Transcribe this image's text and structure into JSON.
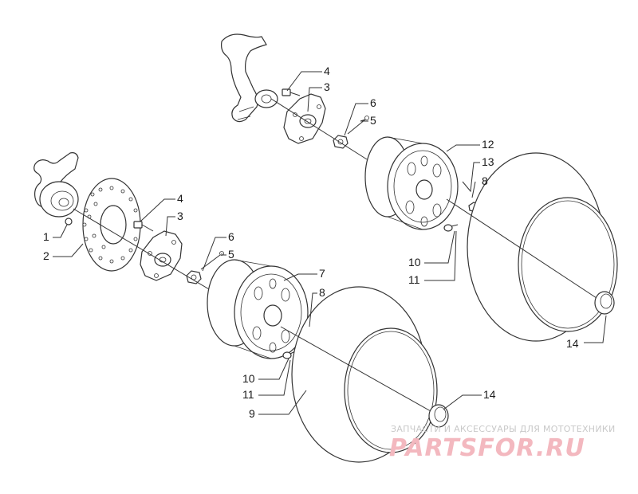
{
  "callouts": [
    {
      "id": "1",
      "text": "1"
    },
    {
      "id": "2",
      "text": "2"
    },
    {
      "id": "3a",
      "text": "3"
    },
    {
      "id": "3b",
      "text": "3"
    },
    {
      "id": "4a",
      "text": "4"
    },
    {
      "id": "4b",
      "text": "4"
    },
    {
      "id": "5a",
      "text": "5"
    },
    {
      "id": "5b",
      "text": "5"
    },
    {
      "id": "6a",
      "text": "6"
    },
    {
      "id": "6b",
      "text": "6"
    },
    {
      "id": "7",
      "text": "7"
    },
    {
      "id": "8a",
      "text": "8"
    },
    {
      "id": "8b",
      "text": "8"
    },
    {
      "id": "9",
      "text": "9"
    },
    {
      "id": "10a",
      "text": "10"
    },
    {
      "id": "10b",
      "text": "10"
    },
    {
      "id": "11a",
      "text": "11"
    },
    {
      "id": "11b",
      "text": "11"
    },
    {
      "id": "12",
      "text": "12"
    },
    {
      "id": "13",
      "text": "13"
    },
    {
      "id": "14a",
      "text": "14"
    },
    {
      "id": "14b",
      "text": "14"
    }
  ],
  "watermark": {
    "tagline": "ЗАПЧАСТИ И АКСЕССУАРЫ ДЛЯ МОТОТЕХНИКИ",
    "logo": "PARTSFOR.RU"
  }
}
